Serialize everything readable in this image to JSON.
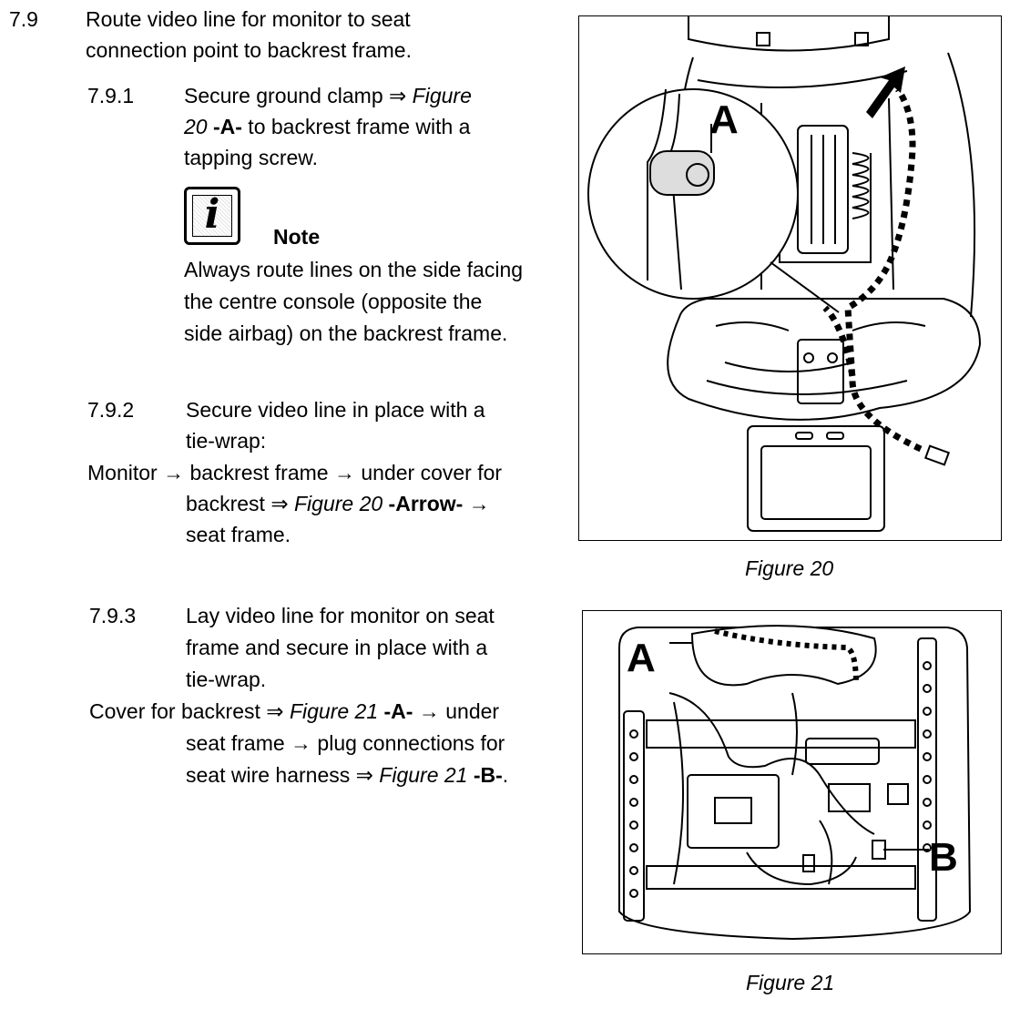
{
  "step_7_9": {
    "number": "7.9",
    "line1": "Route video line for monitor to seat",
    "line2": "connection point to backrest frame."
  },
  "step_7_9_1": {
    "number": "7.9.1",
    "line1_text": "Secure ground clamp ",
    "line1_ref": "⇒ Figure",
    "line2_ref": "20",
    "line2_tag": " -A-",
    "line2_text": " to backrest frame with a",
    "line3": "tapping screw."
  },
  "note": {
    "icon": "info-icon",
    "icon_glyph": "i",
    "title": "Note",
    "line1": "Always route lines on the side facing",
    "line2": "the centre console (opposite the",
    "line3": "side airbag) on the backrest frame."
  },
  "step_7_9_2": {
    "number": "7.9.2",
    "line1": "Secure video line in place with a",
    "line2": "tie-wrap:",
    "route1": "Monitor → backrest frame → under cover for",
    "route2_text": "backrest ",
    "route2_ref": "⇒ Figure 20",
    "route2_tag": " -Arrow-",
    "route2_tail": " →",
    "route3": "seat frame."
  },
  "step_7_9_3": {
    "number": "7.9.3",
    "line1": "Lay video line for monitor on seat",
    "line2": "frame and secure in place with a",
    "line3": "tie-wrap.",
    "route1_text": "Cover for backrest ",
    "route1_ref": "⇒ Figure 21",
    "route1_tag": " -A-",
    "route1_tail": " → under",
    "route2": "seat frame → plug connections for",
    "route3_text": "seat wire harness ",
    "route3_ref": "⇒ Figure 21",
    "route3_tag": " -B-",
    "route3_tail": "."
  },
  "figure20": {
    "caption": "Figure 20",
    "label_a": "A"
  },
  "figure21": {
    "caption": "Figure 21",
    "label_a": "A",
    "label_b": "B"
  }
}
